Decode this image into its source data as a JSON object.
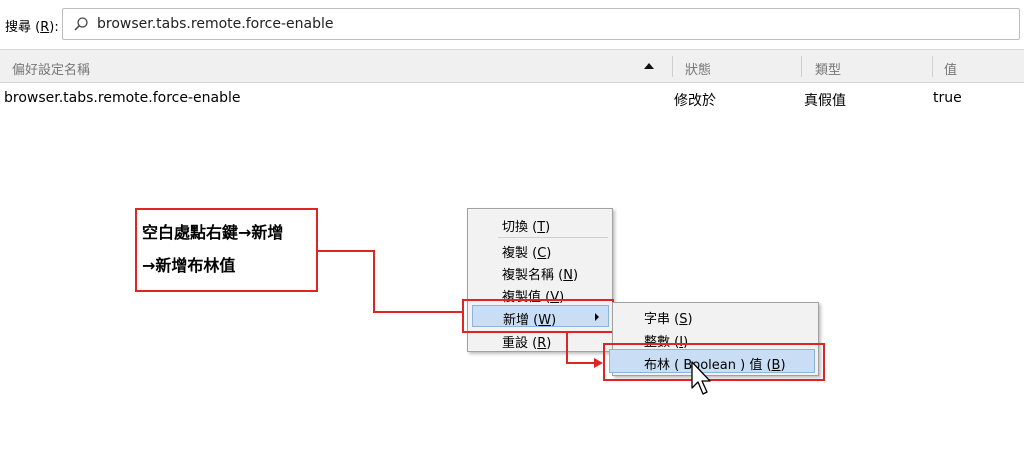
{
  "search": {
    "label": "搜尋",
    "label_open": " (",
    "label_key": "R",
    "label_close": "):",
    "value": "browser.tabs.remote.force-enable"
  },
  "table": {
    "columns": [
      "偏好設定名稱",
      "狀態",
      "類型",
      "值"
    ],
    "rows": [
      {
        "name": "browser.tabs.remote.force-enable",
        "status": "修改於",
        "type": "真假值",
        "value": "true"
      }
    ]
  },
  "annotation": {
    "line1": "空白處點右鍵→新增",
    "line2": "→新增布林值"
  },
  "context_menu": {
    "items": [
      {
        "text": "切換 (",
        "key": "T",
        "end": ")"
      },
      {
        "text": "複製 (",
        "key": "C",
        "end": ")"
      },
      {
        "text": "複製名稱 (",
        "key": "N",
        "end": ")"
      },
      {
        "text": "複製值 (",
        "key": "V",
        "end": ")"
      },
      {
        "text": "新增 (",
        "key": "W",
        "end": ")"
      },
      {
        "text": "重設 (",
        "key": "R",
        "end": ")"
      }
    ]
  },
  "submenu": {
    "items": [
      {
        "text": "字串 (",
        "key": "S",
        "end": ")"
      },
      {
        "text": "整數 (",
        "key": "I",
        "end": ")"
      },
      {
        "text": "布林 ( Boolean ) 值 (",
        "key": "B",
        "end": ")"
      }
    ]
  },
  "colors": {
    "accent_red": "#e02424",
    "highlight": "#c9def4"
  }
}
